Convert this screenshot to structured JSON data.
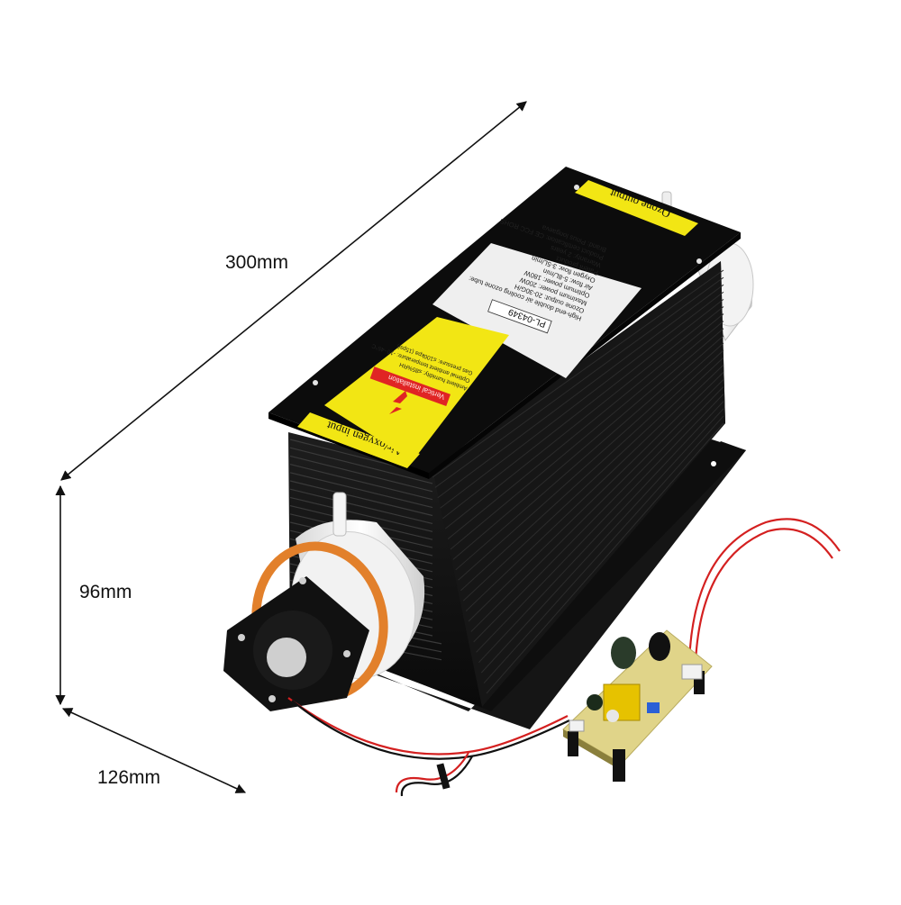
{
  "dimensions": {
    "length": "300mm",
    "height": "96mm",
    "depth": "126mm"
  },
  "product": {
    "ozone_output_label": "Ozone output",
    "air_input_label": "Air/oxygen input",
    "model_plate": "PL-04349",
    "vertical_installation": "Vertical installation",
    "spec_lines": [
      "High-end double air cooling ozone tube:",
      "Ozone output: 20-30G/H",
      "Maximum power: 200W",
      "Optimum power: 180W",
      "Air flow: 5-8L/min",
      "Oxygen flow: 3-5L/min",
      "Patent product",
      "Warranty: 2 years",
      "Product certification: CE FCC ROHS",
      "Brand: Pinus longaeva"
    ],
    "env_lines": [
      "Ambient humidity: ≤85%RH",
      "Optimal ambient temperature: -10~45°C",
      "Gas pressure: ≤100kpa (15psi)"
    ]
  },
  "colors": {
    "heatsink": "#121212",
    "label_yellow": "#f2e614",
    "tube_white": "#f6f6f6",
    "flange_orange": "#e2802b",
    "wire_red": "#d42020",
    "pcb_yellow": "#e0d489"
  }
}
